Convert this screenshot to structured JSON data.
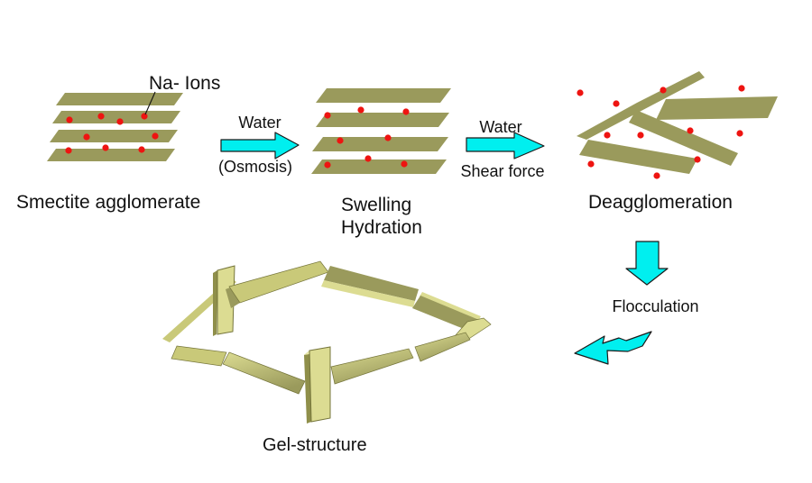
{
  "colors": {
    "background": "#ffffff",
    "text": "#111111",
    "plate_olive": "#9a9a5c",
    "plate_mid": "#c9c979",
    "plate_pale": "#d6d68c",
    "plate_front": "#dcdc92",
    "plate_side": "#8f8f4a",
    "plate_highlight": "#e9e9ab",
    "plate_edge": "#75753b",
    "ion_red": "#ee1411",
    "arrow_cyan": "#00efef",
    "arrow_outline": "#1b1b1b"
  },
  "annotation": {
    "na_ions": "Na- Ions"
  },
  "stages": [
    {
      "id": "smectite",
      "label": "Smectite agglomerate"
    },
    {
      "id": "swelling-hydration",
      "label_lines": [
        "Swelling",
        "Hydration"
      ]
    },
    {
      "id": "deagglomeration",
      "label": "Deagglomeration"
    },
    {
      "id": "flocculation",
      "label": "Flocculation"
    },
    {
      "id": "gel-structure",
      "label": "Gel-structure"
    }
  ],
  "arrows": [
    {
      "id": "osmosis",
      "direction": "right",
      "label_top": "Water",
      "label_bottom": "(Osmosis)"
    },
    {
      "id": "shear",
      "direction": "right",
      "label_top": "Water",
      "label_bottom": "Shear force"
    },
    {
      "id": "flocculation-down",
      "direction": "down"
    },
    {
      "id": "flocculation-left",
      "direction": "left"
    }
  ]
}
